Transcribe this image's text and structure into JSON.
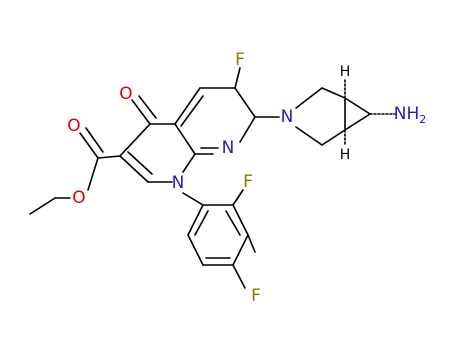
{
  "molecule": {
    "atoms": {
      "f_top": "F",
      "n_pyrrolidine": "N",
      "n_pyridine": "N",
      "n_quinolone": "N",
      "o_ketone": "O",
      "o_carbonyl": "O",
      "o_ester": "O",
      "f_ortho": "F",
      "f_para": "F",
      "h_top": "H",
      "h_bottom": "H",
      "nh2_main": "NH",
      "nh2_sub": "2"
    },
    "colors": {
      "bond": "#000000",
      "fluorine": "#8a7a00",
      "nitrogen": "#2020c0",
      "oxygen": "#e00000",
      "hydrogen": "#000000"
    }
  }
}
